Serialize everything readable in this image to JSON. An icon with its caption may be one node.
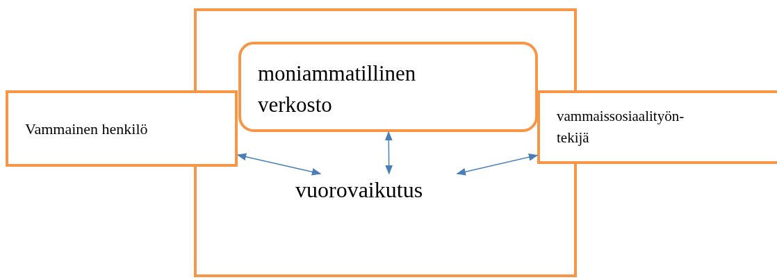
{
  "diagram": {
    "nodes": [
      {
        "text": [],
        "shape": "box"
      },
      {
        "text": [
          "moniammatillinen verkosto"
        ],
        "in": 0
      },
      {
        "text": [
          "Vammainen henkilö"
        ]
      },
      {
        "text": [
          "vammaissosiaalityön-tekijä"
        ]
      },
      {
        "text": [
          "vuorovaikutus"
        ],
        "in": 0
      }
    ],
    "edges": [
      {
        "from": 1,
        "to": 4,
        "arrow": "both"
      },
      {
        "from": 2,
        "to": 4,
        "arrow": "both"
      },
      {
        "from": 3,
        "to": 4,
        "arrow": "both"
      }
    ]
  }
}
